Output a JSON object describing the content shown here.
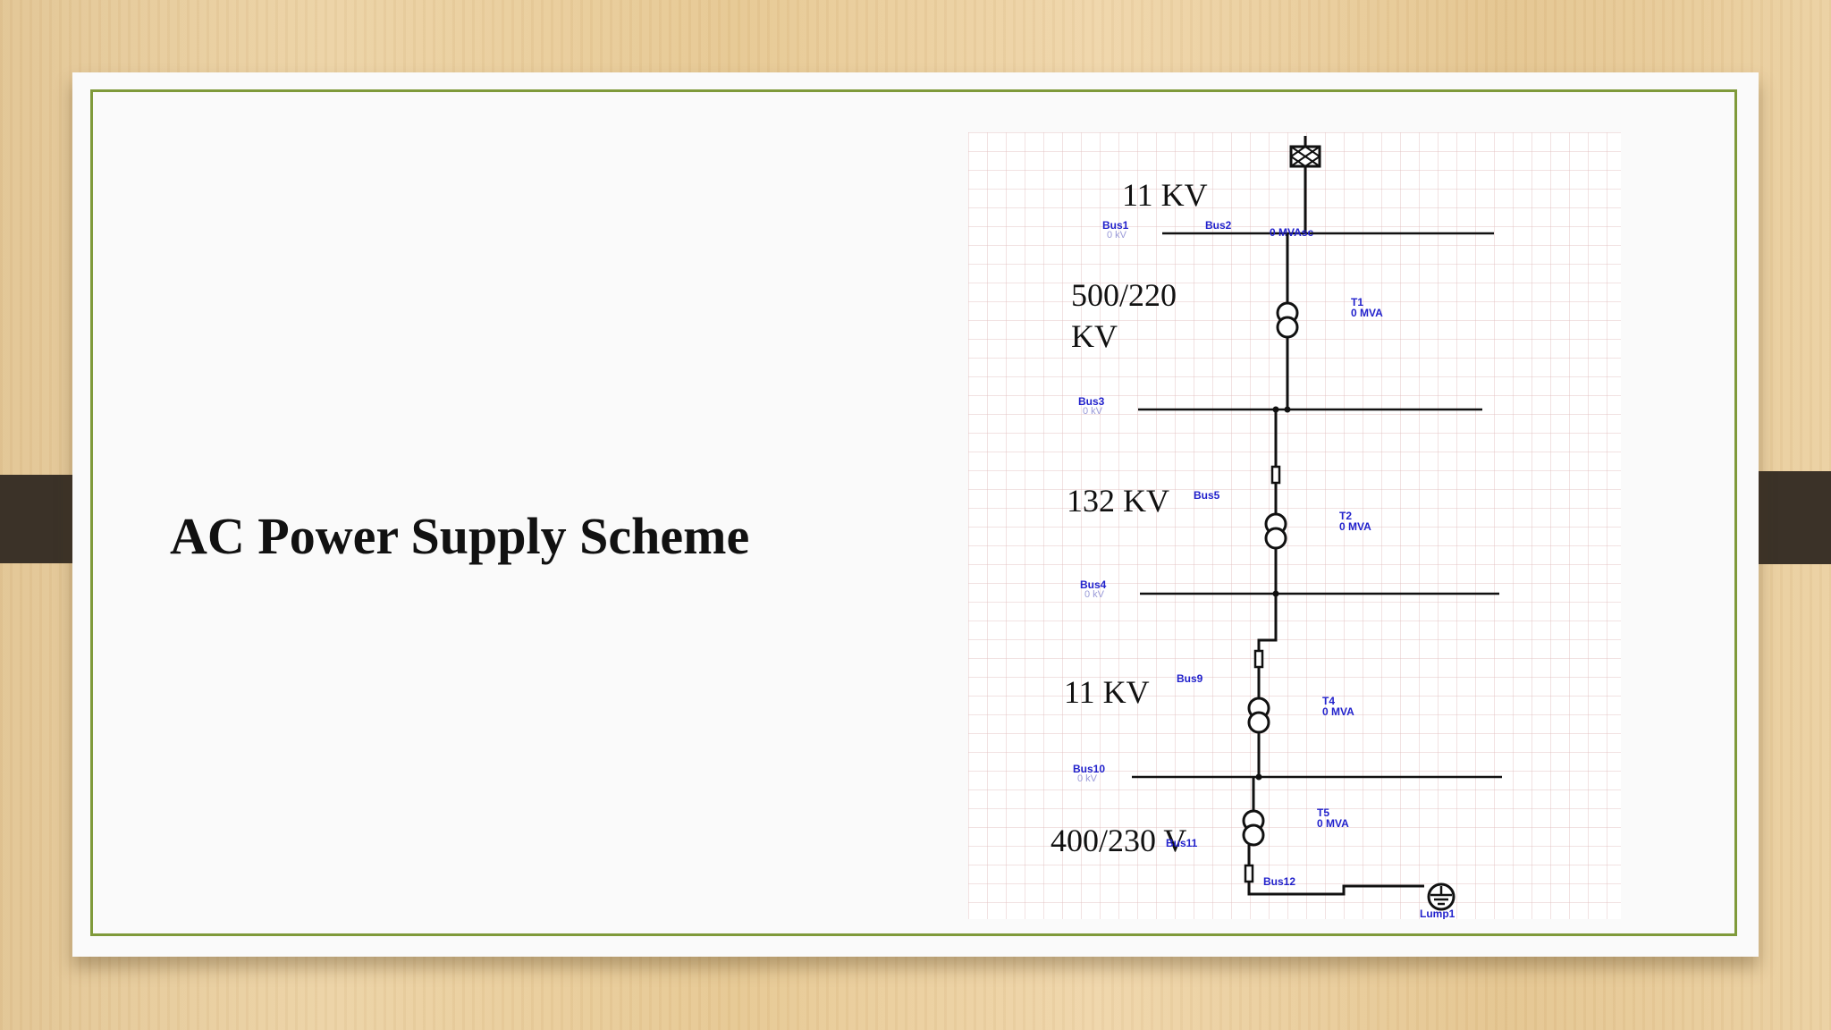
{
  "slide": {
    "title": "AC Power Supply Scheme"
  },
  "diagram": {
    "voltage_labels": {
      "top": "11 KV",
      "t1_line1": "500/220",
      "t1_line2": "KV",
      "t2": "132 KV",
      "t4": "11 KV",
      "t5": "400/230 V"
    },
    "buses": {
      "bus1": {
        "name": "Bus1",
        "rating": "0 kV"
      },
      "bus2": {
        "name": "Bus2",
        "rating": "0 MVAsc"
      },
      "bus3": {
        "name": "Bus3",
        "rating": "0 kV"
      },
      "bus4": {
        "name": "Bus4",
        "rating": "0 kV"
      },
      "bus5": {
        "name": "Bus5"
      },
      "bus9": {
        "name": "Bus9"
      },
      "bus10": {
        "name": "Bus10",
        "rating": "0 kV"
      },
      "bus11": {
        "name": "Bus11"
      },
      "bus12": {
        "name": "Bus12"
      }
    },
    "transformers": {
      "t1": {
        "name": "T1",
        "rating": "0 MVA"
      },
      "t2": {
        "name": "T2",
        "rating": "0 MVA"
      },
      "t4": {
        "name": "T4",
        "rating": "0 MVA"
      },
      "t5": {
        "name": "T5",
        "rating": "0 MVA"
      }
    },
    "load": {
      "name": "Lump1"
    },
    "colors": {
      "label_blue": "#2222cc",
      "rating_gray": "#9a9ad8",
      "border_green": "#7f9a3a",
      "tab_brown": "#3b3228"
    }
  }
}
